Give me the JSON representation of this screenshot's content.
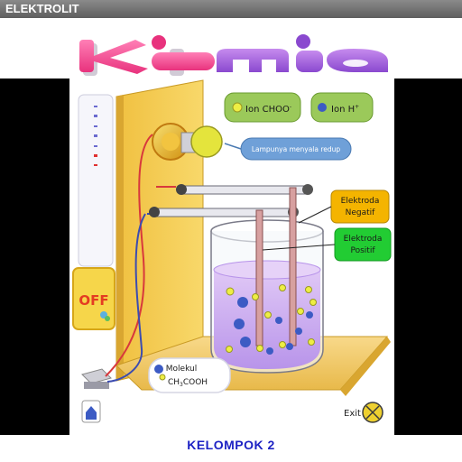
{
  "window": {
    "title": "ELEKTROLIT"
  },
  "header": {
    "logo_text": "Kimia"
  },
  "legend": {
    "ion_choo": "Ion CHOO",
    "ion_choo_sup": "-",
    "ion_h": "Ion H",
    "ion_h_sup": "+"
  },
  "callouts": {
    "lamp_status": "Lampunya menyala redup",
    "negative_label_1": "Elektroda",
    "negative_label_2": "Negatif",
    "positive_label_1": "Elektroda",
    "positive_label_2": "Positif",
    "molecule_label_1": "Molekul",
    "molecule_label_2_main": "CH",
    "molecule_label_2_sub": "3",
    "molecule_label_2_tail": "COOH"
  },
  "controls": {
    "switch_label": "OFF",
    "exit_label": "Exit"
  },
  "footer": {
    "text": "KELOMPOK 2"
  },
  "colors": {
    "ion_choo": "#eeee44",
    "ion_h": "#3c5bc4",
    "negative_box": "#f4b400",
    "positive_box": "#22cc33",
    "solution": "#caa6ee",
    "footer_text": "#1d22c4"
  }
}
